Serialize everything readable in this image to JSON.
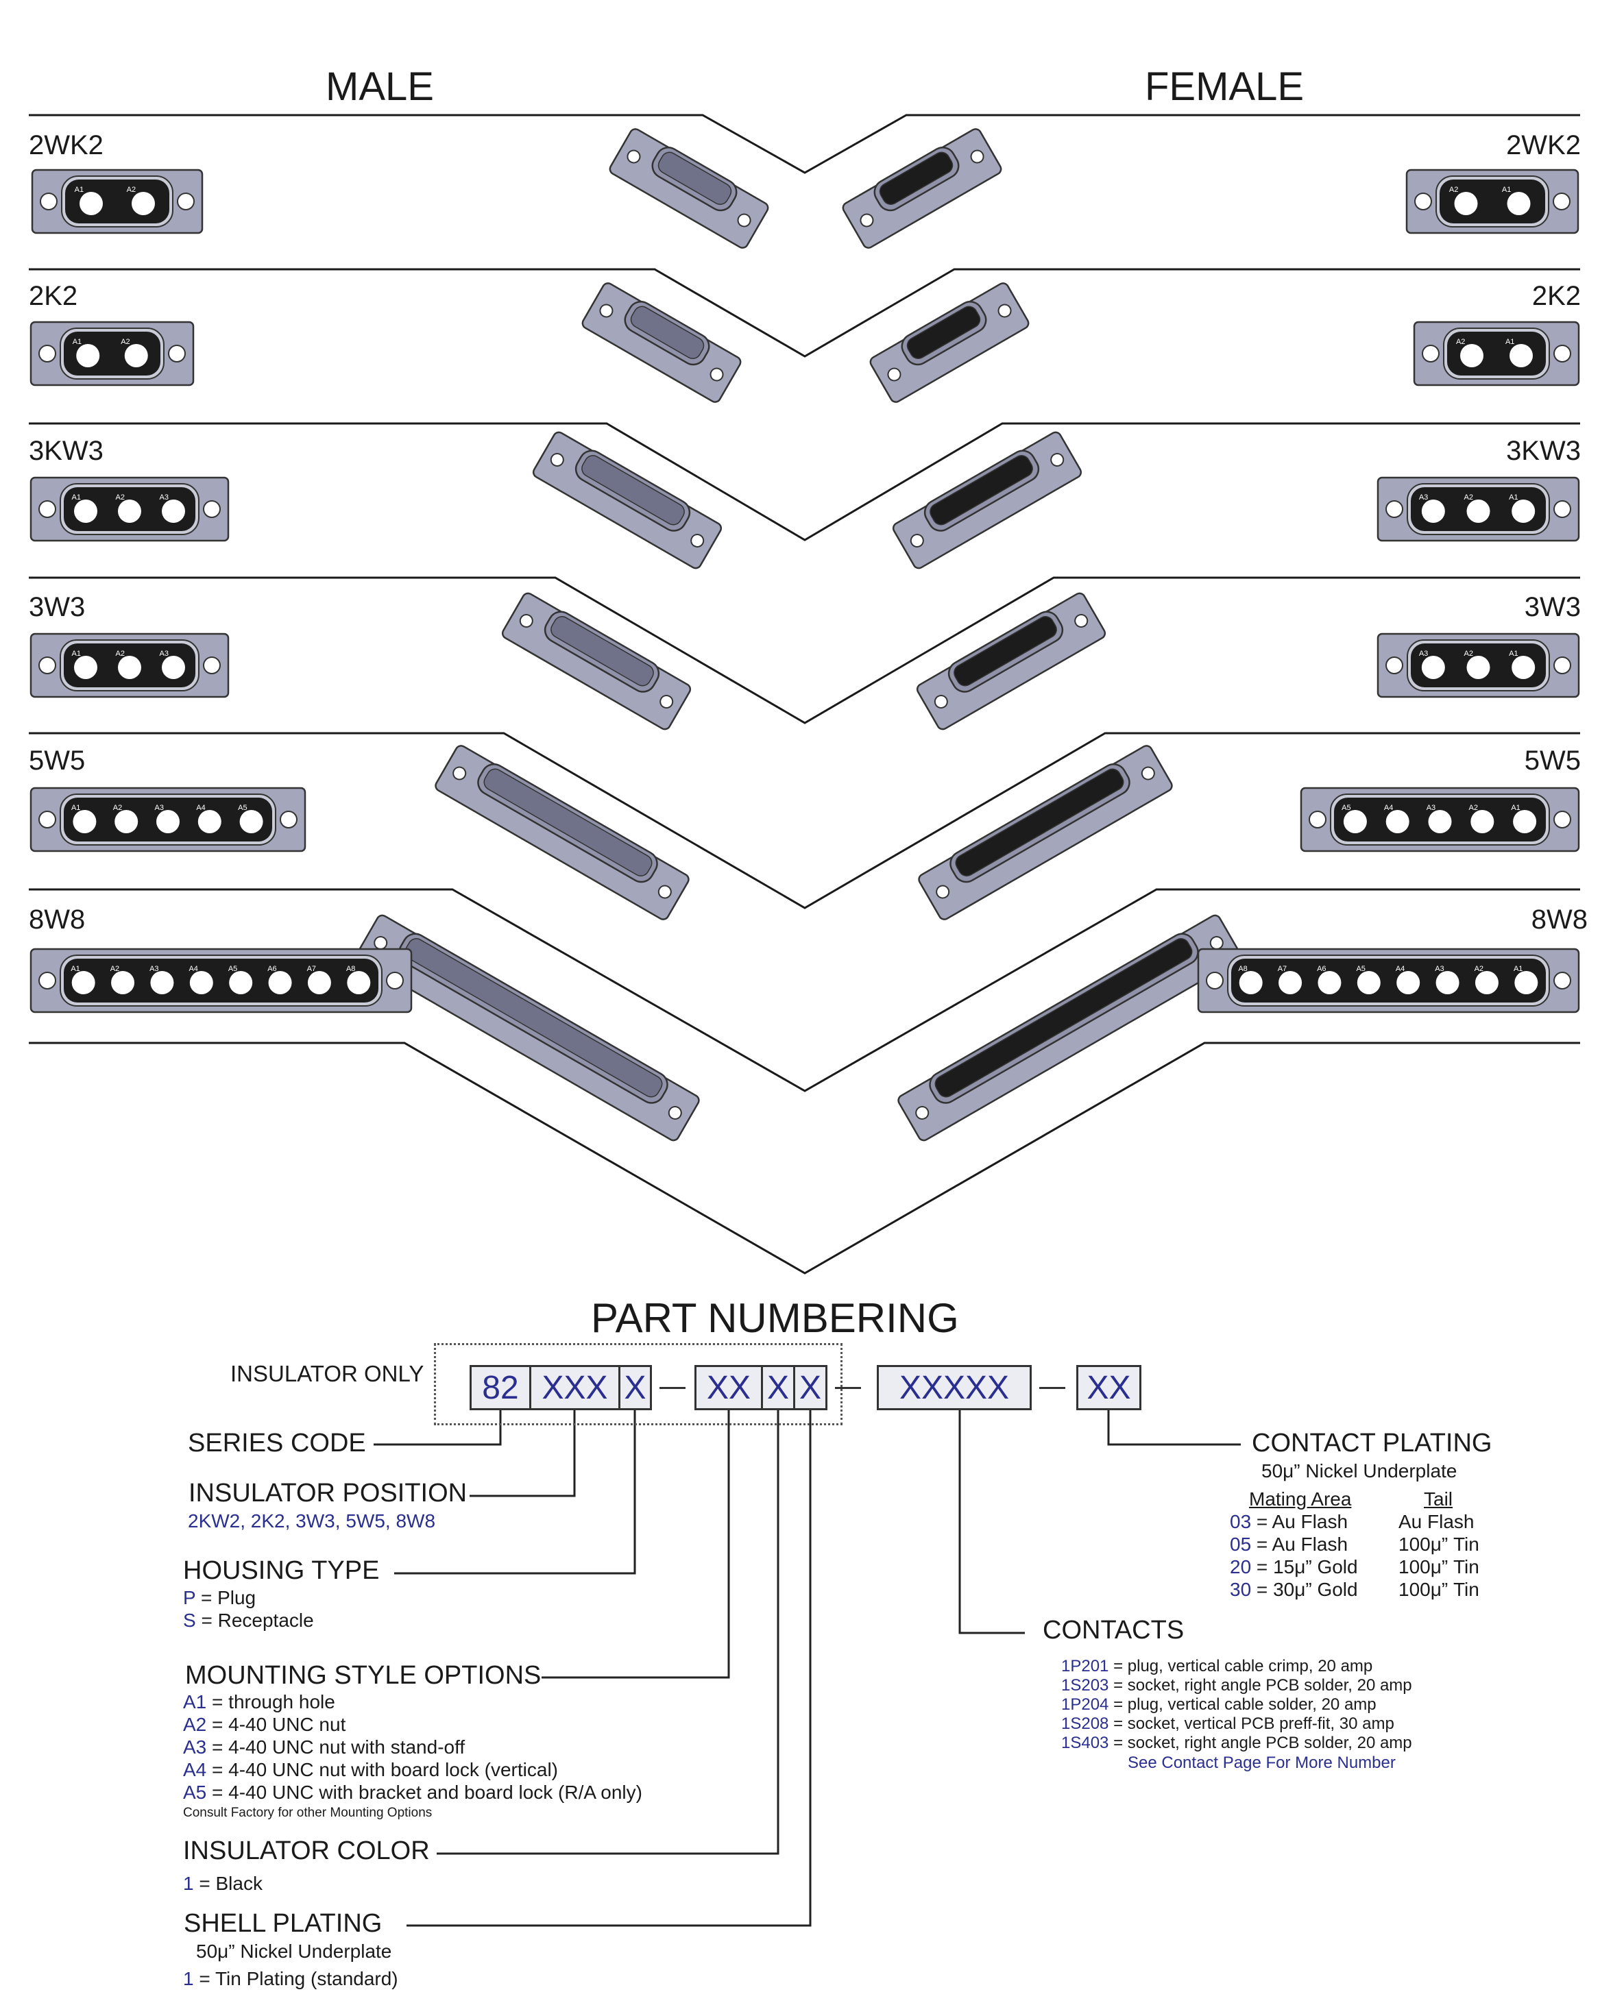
{
  "headers": {
    "male": "MALE",
    "female": "FEMALE"
  },
  "rows": [
    {
      "label": "2WK2",
      "male_pins": [
        "A1",
        "A2"
      ],
      "female_pins": [
        "A2",
        "A1"
      ]
    },
    {
      "label": "2K2",
      "male_pins": [
        "A1",
        "A2"
      ],
      "female_pins": [
        "A2",
        "A1"
      ]
    },
    {
      "label": "3KW3",
      "male_pins": [
        "A1",
        "A2",
        "A3"
      ],
      "female_pins": [
        "A3",
        "A2",
        "A1"
      ]
    },
    {
      "label": "3W3",
      "male_pins": [
        "A1",
        "A2",
        "A3"
      ],
      "female_pins": [
        "A3",
        "A2",
        "A1"
      ]
    },
    {
      "label": "5W5",
      "male_pins": [
        "A1",
        "A2",
        "A3",
        "A4",
        "A5"
      ],
      "female_pins": [
        "A5",
        "A4",
        "A3",
        "A2",
        "A1"
      ]
    },
    {
      "label": "8W8",
      "male_pins": [
        "A1",
        "A2",
        "A3",
        "A4",
        "A5",
        "A6",
        "A7",
        "A8"
      ],
      "female_pins": [
        "A8",
        "A7",
        "A6",
        "A5",
        "A4",
        "A3",
        "A2",
        "A1"
      ]
    }
  ],
  "colors": {
    "shell": "#a4a7bb",
    "insulator": "#1c1c1c",
    "line": "#1a1a1a",
    "accent": "#2a2f8f"
  },
  "part_numbering": {
    "title": "PART NUMBERING",
    "insulator_only": "INSULATOR ONLY",
    "boxes": [
      "82",
      "XXX",
      "X",
      "XX",
      "X",
      "X",
      "XXXXX",
      "XX"
    ],
    "series_code": "SERIES CODE",
    "insulator_position": {
      "label": "INSULATOR POSITION",
      "values": "2KW2, 2K2, 3W3, 5W5, 8W8"
    },
    "housing_type": {
      "label": "HOUSING TYPE",
      "options": [
        {
          "code": "P",
          "text": " = Plug"
        },
        {
          "code": "S",
          "text": " = Receptacle"
        }
      ]
    },
    "mounting": {
      "label": "MOUNTING STYLE OPTIONS",
      "options": [
        {
          "code": "A1",
          "text": " = through hole"
        },
        {
          "code": "A2",
          "text": " = 4-40 UNC nut"
        },
        {
          "code": "A3",
          "text": " = 4-40 UNC nut with stand-off"
        },
        {
          "code": "A4",
          "text": " = 4-40 UNC nut with board lock (vertical)"
        },
        {
          "code": "A5",
          "text": " = 4-40 UNC with bracket and board lock (R/A only)"
        }
      ],
      "note": "Consult Factory for other Mounting Options"
    },
    "insulator_color": {
      "label": "INSULATOR COLOR",
      "code": "1",
      "text": " = Black"
    },
    "shell_plating": {
      "label": "SHELL PLATING",
      "under": "50μ” Nickel Underplate",
      "code": "1",
      "text": " = Tin Plating (standard)"
    },
    "contact_plating": {
      "label": "CONTACT PLATING",
      "under": "50μ” Nickel Underplate",
      "col1": "Mating Area",
      "col2": "Tail",
      "rows": [
        {
          "code": "03",
          "mating": " = Au Flash",
          "tail": "Au Flash"
        },
        {
          "code": "05",
          "mating": " = Au Flash",
          "tail": "100μ” Tin"
        },
        {
          "code": "20",
          "mating": " = 15μ” Gold",
          "tail": "100μ” Tin"
        },
        {
          "code": "30",
          "mating": " = 30μ” Gold",
          "tail": "100μ” Tin"
        }
      ]
    },
    "contacts": {
      "label": "CONTACTS",
      "options": [
        {
          "code": "1P201",
          "text": " = plug, vertical cable crimp, 20 amp"
        },
        {
          "code": "1S203",
          "text": " = socket, right angle PCB solder,  20 amp"
        },
        {
          "code": "1P204",
          "text": " = plug, vertical cable solder, 20 amp"
        },
        {
          "code": "1S208",
          "text": " = socket, vertical PCB preff-fit, 30 amp"
        },
        {
          "code": "1S403",
          "text": " = socket, right angle PCB solder, 20 amp"
        }
      ],
      "more": "See Contact Page For More Number"
    }
  }
}
